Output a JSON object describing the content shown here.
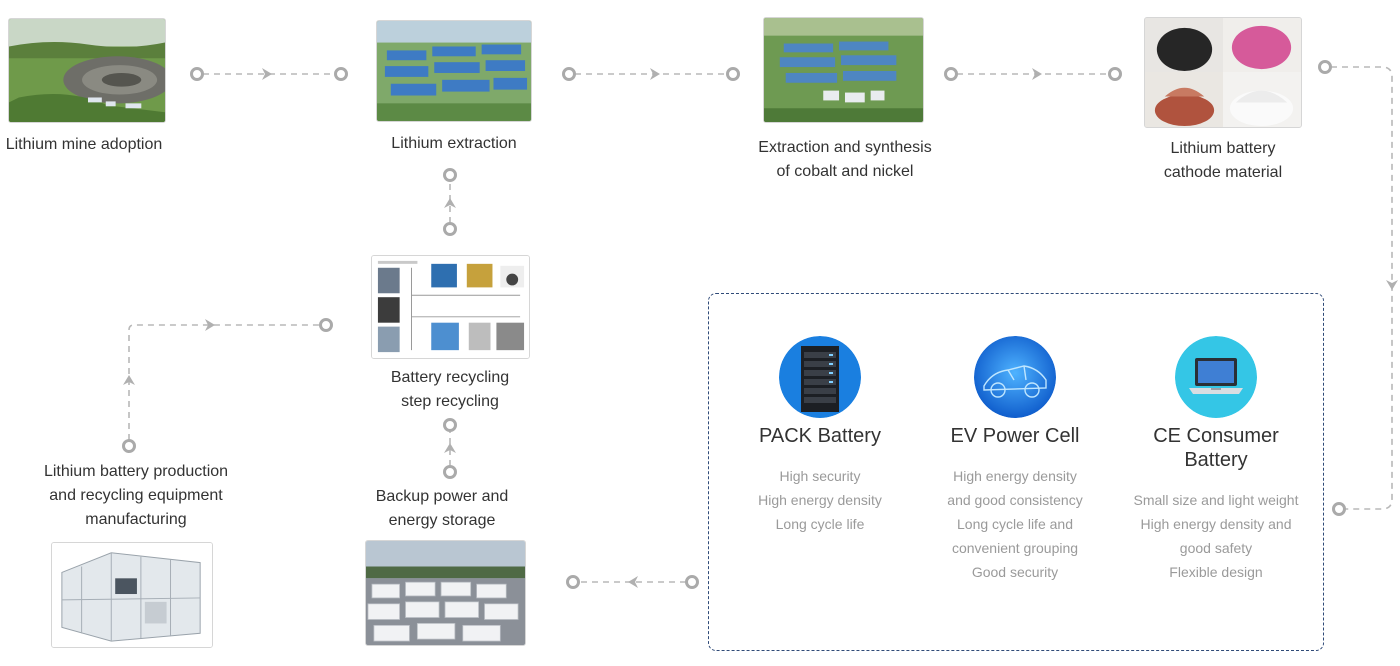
{
  "nodes": {
    "lithium_mine": {
      "label_lines": [
        "Lithium mine adoption"
      ]
    },
    "lithium_extraction": {
      "label_lines": [
        "Lithium extraction"
      ]
    },
    "cobalt_nickel": {
      "label_lines": [
        "Extraction and synthesis",
        "of cobalt and nickel"
      ]
    },
    "cathode_material": {
      "label_lines": [
        "Lithium battery",
        "cathode material"
      ]
    },
    "battery_recycling": {
      "label_lines": [
        "Battery recycling",
        "step recycling"
      ]
    },
    "equipment_manufacturing": {
      "label_lines": [
        "Lithium battery production",
        "and recycling equipment",
        "manufacturing"
      ]
    },
    "backup_power": {
      "label_lines": [
        "Backup power and",
        "energy storage"
      ]
    }
  },
  "products": [
    {
      "icon": "server-rack-icon",
      "title_lines": [
        "PACK Battery"
      ],
      "features": [
        "High security",
        "High energy density",
        "Long cycle life"
      ]
    },
    {
      "icon": "electric-car-icon",
      "title_lines": [
        "EV Power Cell"
      ],
      "features": [
        "High energy density",
        "and good consistency",
        "Long cycle life and",
        "convenient grouping",
        "Good security"
      ]
    },
    {
      "icon": "laptop-icon",
      "title_lines": [
        "CE Consumer",
        "Battery"
      ],
      "features": [
        "Small size and light weight",
        "High energy density and",
        "good safety",
        "Flexible design"
      ]
    }
  ],
  "colors": {
    "connector": "#b8b8b8",
    "connector_dot": "#aaaaaa",
    "box_border": "#2f4a78",
    "feature_text": "#9a9a9a",
    "icon_blue": "#1a7fe0"
  }
}
